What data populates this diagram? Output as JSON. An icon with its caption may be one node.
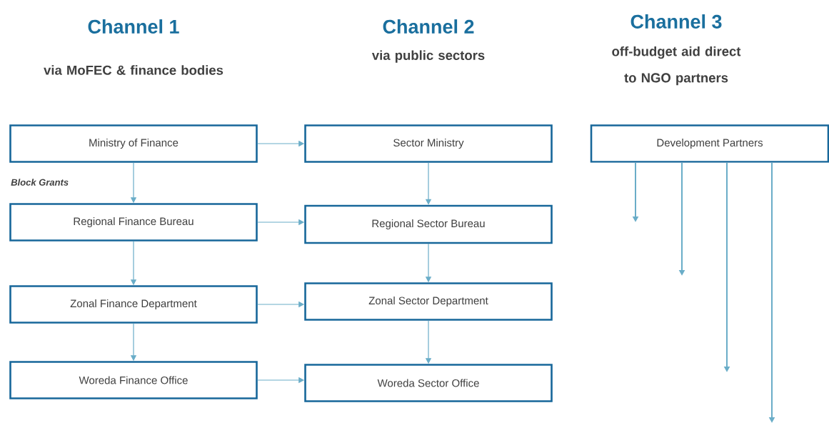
{
  "diagram": {
    "nodes": [
      {
        "text": [
          "Ministry of Finance"
        ]
      },
      {
        "text": [
          "Regional Finance Bureau"
        ]
      },
      {
        "text": [
          "Zonal Finance Department"
        ]
      },
      {
        "text": [
          "Woreda Finance Office"
        ]
      },
      {
        "text": [
          "Sector Ministry"
        ]
      },
      {
        "text": [
          "Regional Sector Bureau"
        ]
      },
      {
        "text": [
          "Zonal Sector Department"
        ]
      },
      {
        "text": [
          "Woreda Sector Office"
        ]
      },
      {
        "text": [
          "Development Partners"
        ]
      }
    ],
    "edges": [
      {
        "from": 0,
        "to": 1,
        "arrow": "to"
      },
      {
        "from": 1,
        "to": 2,
        "arrow": "to"
      },
      {
        "from": 2,
        "to": 3,
        "arrow": "to"
      },
      {
        "from": 0,
        "to": 4,
        "arrow": "to"
      },
      {
        "from": 1,
        "to": 5,
        "arrow": "to"
      },
      {
        "from": 2,
        "to": 6,
        "arrow": "to"
      },
      {
        "from": 3,
        "to": 7,
        "arrow": "to"
      },
      {
        "from": 4,
        "to": 5,
        "arrow": "to"
      },
      {
        "from": 5,
        "to": 6,
        "arrow": "to"
      },
      {
        "from": 6,
        "to": 7,
        "arrow": "to"
      },
      {
        "from": 8,
        "to": null,
        "arrow": "to"
      },
      {
        "from": 8,
        "to": null,
        "arrow": "to"
      },
      {
        "from": 8,
        "to": null,
        "arrow": "to"
      },
      {
        "from": 8,
        "to": null,
        "arrow": "to"
      }
    ],
    "labels": [
      "Channel 1",
      "via MoFEC & finance bodies",
      "Channel 2",
      "via public sectors",
      "Channel 3",
      "off-budget aid direct to NGO partners",
      "Block Grants"
    ]
  }
}
